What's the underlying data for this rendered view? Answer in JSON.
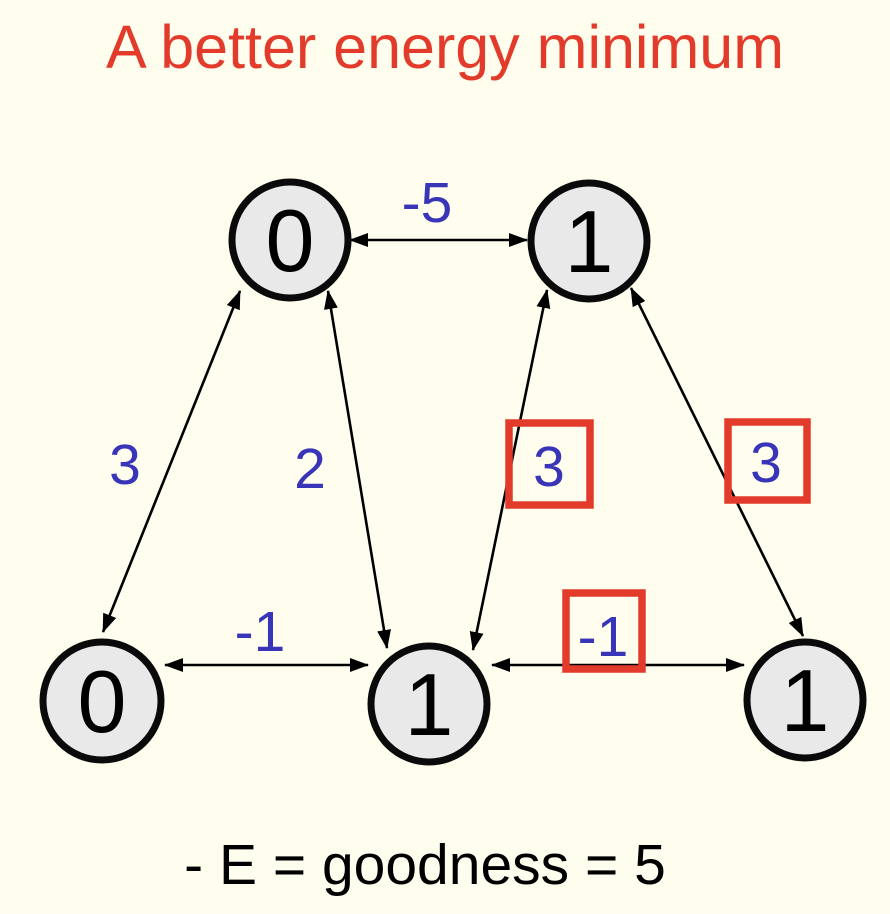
{
  "title": "A better energy minimum",
  "caption": "- E = goodness = 5",
  "colors": {
    "background": "#fffdee",
    "title_red": "#e33b2b",
    "highlight_box_red": "#e33b2b",
    "weight_blue": "#3835b8",
    "node_fill": "#e9e9e9",
    "node_border": "#0a0a0a",
    "edge_black": "#000000"
  },
  "graph": {
    "nodes": [
      {
        "id": "top-left",
        "state": "0"
      },
      {
        "id": "top-right",
        "state": "1"
      },
      {
        "id": "bottom-left",
        "state": "0"
      },
      {
        "id": "bottom-middle",
        "state": "1"
      },
      {
        "id": "bottom-right",
        "state": "1"
      }
    ],
    "edges": [
      {
        "from": "top-left",
        "to": "top-right",
        "weight": "-5",
        "highlighted": false
      },
      {
        "from": "top-left",
        "to": "bottom-left",
        "weight": "3",
        "highlighted": false
      },
      {
        "from": "top-left",
        "to": "bottom-middle",
        "weight": "2",
        "highlighted": false
      },
      {
        "from": "top-right",
        "to": "bottom-middle",
        "weight": "3",
        "highlighted": true
      },
      {
        "from": "top-right",
        "to": "bottom-right",
        "weight": "3",
        "highlighted": true
      },
      {
        "from": "bottom-left",
        "to": "bottom-middle",
        "weight": "-1",
        "highlighted": false
      },
      {
        "from": "bottom-middle",
        "to": "bottom-right",
        "weight": "-1",
        "highlighted": true
      }
    ]
  }
}
